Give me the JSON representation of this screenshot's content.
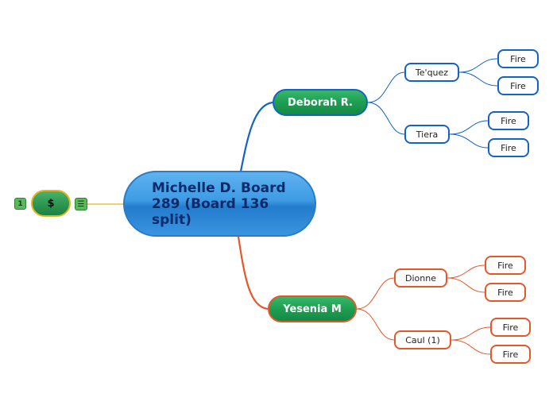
{
  "central": {
    "label": "Michelle D. Board 289 (Board 136 split)"
  },
  "floating": {
    "label": "$",
    "badge": "1",
    "notes_icon": "notes-icon"
  },
  "branches": [
    {
      "label": "Deborah R.",
      "color": "#1463c4",
      "children": [
        {
          "label": "Te'quez",
          "children": [
            "Fire",
            "Fire"
          ]
        },
        {
          "label": "Tiera",
          "children": [
            "Fire",
            "Fire"
          ]
        }
      ]
    },
    {
      "label": "Yesenia M",
      "color": "#e5572a",
      "children": [
        {
          "label": "Dionne",
          "children": [
            "Fire",
            "Fire"
          ]
        },
        {
          "label": "Caul (1)",
          "children": [
            "Fire",
            "Fire"
          ]
        }
      ]
    }
  ],
  "colors": {
    "central": "#3d9ae3",
    "main_fill": "#1e9e52",
    "floating_border": "#e8b321"
  }
}
